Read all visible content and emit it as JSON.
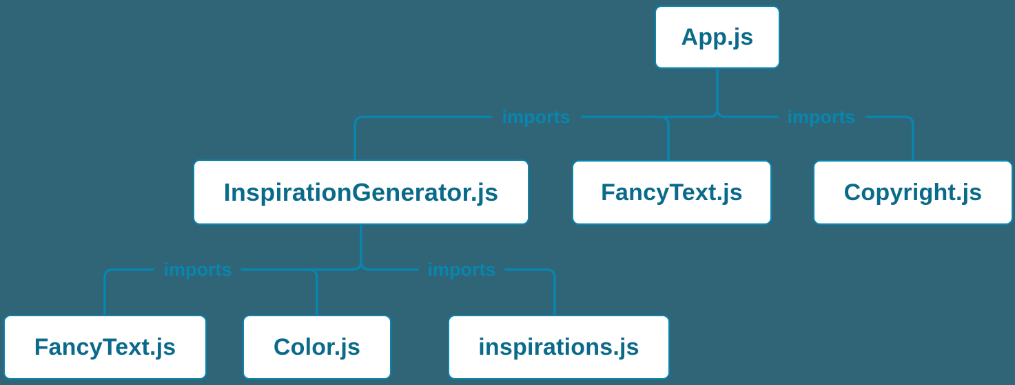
{
  "diagram": {
    "type": "module-import-tree",
    "import_label": "imports",
    "nodes": {
      "app": {
        "label": "App.js"
      },
      "inspiration_generator": {
        "label": "InspirationGenerator.js"
      },
      "fancy_text_top": {
        "label": "FancyText.js"
      },
      "copyright": {
        "label": "Copyright.js"
      },
      "fancy_text_bottom": {
        "label": "FancyText.js"
      },
      "color": {
        "label": "Color.js"
      },
      "inspirations": {
        "label": "inspirations.js"
      }
    },
    "edges": [
      {
        "from": "App.js",
        "to": "InspirationGenerator.js",
        "label": "imports"
      },
      {
        "from": "App.js",
        "to": "FancyText.js",
        "label": ""
      },
      {
        "from": "App.js",
        "to": "Copyright.js",
        "label": "imports"
      },
      {
        "from": "InspirationGenerator.js",
        "to": "FancyText.js",
        "label": "imports"
      },
      {
        "from": "InspirationGenerator.js",
        "to": "Color.js",
        "label": ""
      },
      {
        "from": "InspirationGenerator.js",
        "to": "inspirations.js",
        "label": "imports"
      }
    ],
    "colors": {
      "background": "#2f6577",
      "node_background": "#ffffff",
      "node_border": "#0a85ad",
      "node_text": "#0a6a8a",
      "connector": "#0a85ad",
      "import_label_text": "#0a85ad"
    }
  }
}
